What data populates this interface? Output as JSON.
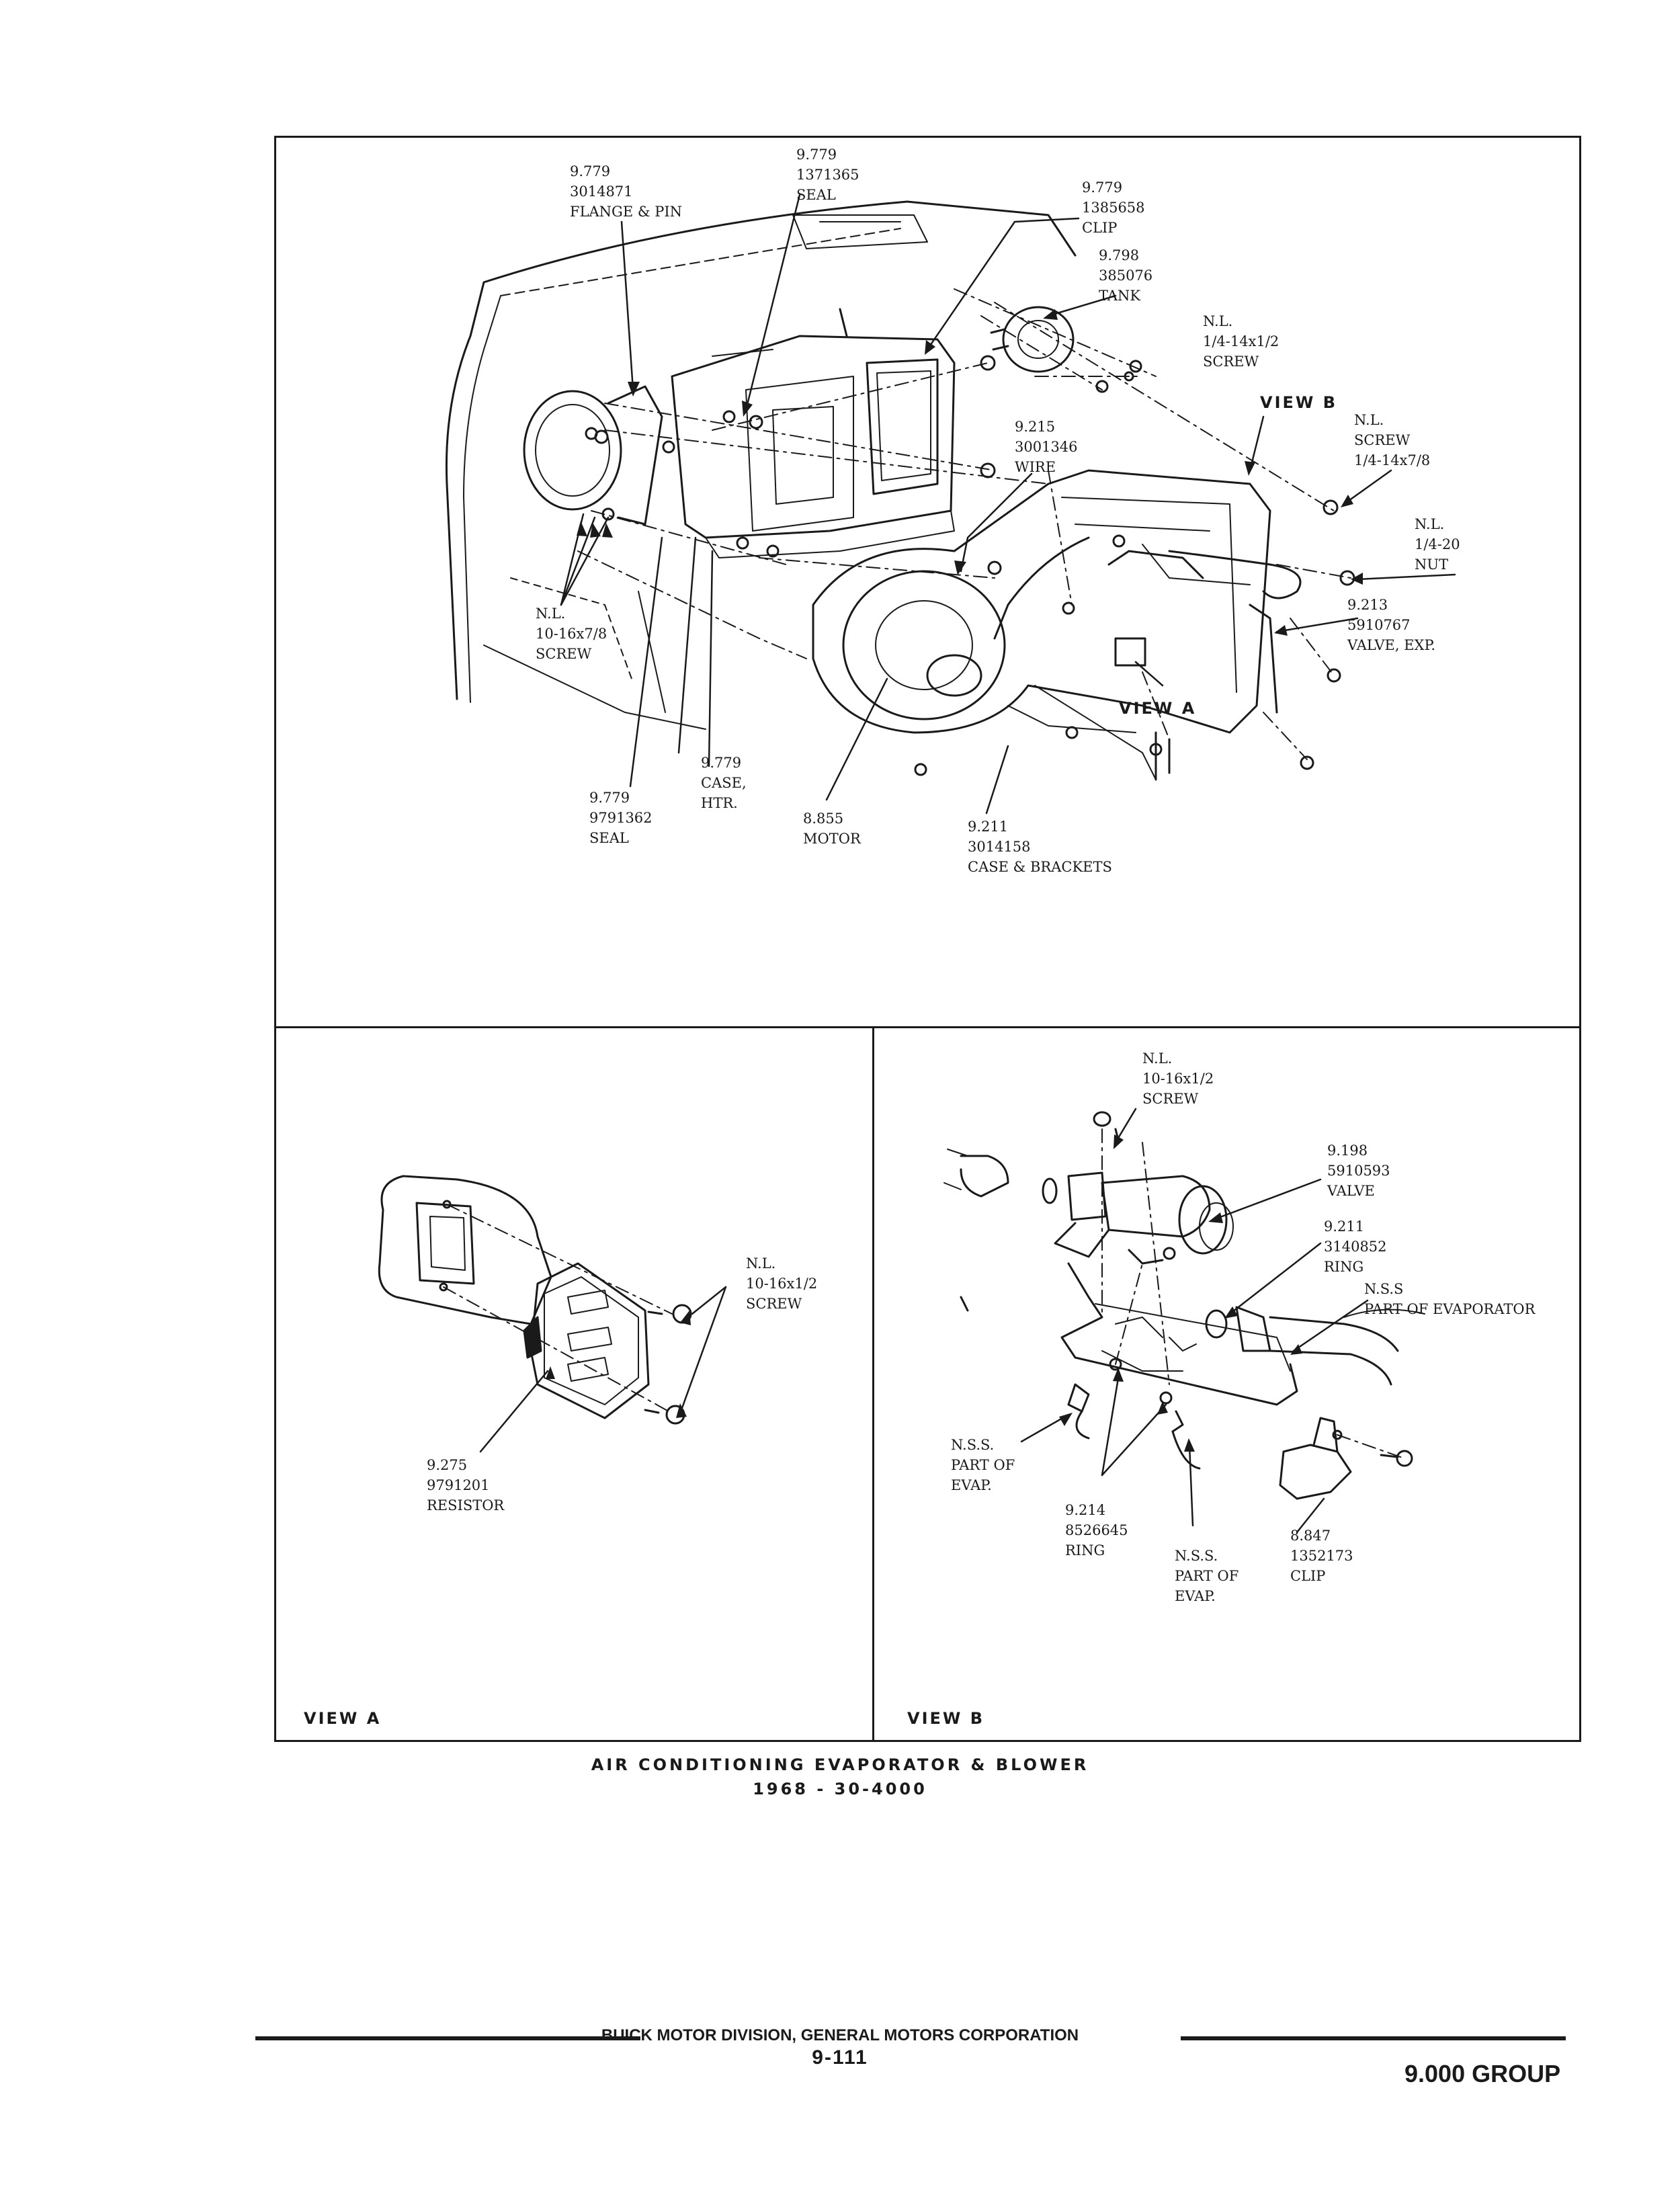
{
  "callouts": {
    "flange_pin": [
      "9.779",
      "3014871",
      "FLANGE & PIN"
    ],
    "seal_1371365": [
      "9.779",
      "1371365",
      "SEAL"
    ],
    "clip_1385658": [
      "9.779",
      "1385658",
      "CLIP"
    ],
    "tank": [
      "9.798",
      "385076",
      "TANK"
    ],
    "screw_quarter_half": [
      "N.L.",
      "1/4-14x1/2",
      "SCREW"
    ],
    "view_b_marker": "VIEW B",
    "screw_quarter_seven_eighths": [
      "N.L.",
      "SCREW",
      "1/4-14x7/8"
    ],
    "wire": [
      "9.215",
      "3001346",
      "WIRE"
    ],
    "nut": [
      "N.L.",
      "1/4-20",
      "NUT"
    ],
    "valve_exp": [
      "9.213",
      "5910767",
      "VALVE, EXP."
    ],
    "screw_ten_seven_eighths": [
      "N.L.",
      "10-16x7/8",
      "SCREW"
    ],
    "view_a_marker": "VIEW A",
    "case_htr": [
      "9.779",
      "CASE,",
      "HTR."
    ],
    "seal_9791362": [
      "9.779",
      "9791362",
      "SEAL"
    ],
    "motor": [
      "8.855",
      "MOTOR"
    ],
    "case_brackets": [
      "9.211",
      "3014158",
      "CASE & BRACKETS"
    ]
  },
  "view_a": {
    "screw": [
      "N.L.",
      "10-16x1/2",
      "SCREW"
    ],
    "resistor": [
      "9.275",
      "9791201",
      "RESISTOR"
    ],
    "tag": "VIEW A"
  },
  "view_b": {
    "screw": [
      "N.L.",
      "10-16x1/2",
      "SCREW"
    ],
    "valve": [
      "9.198",
      "5910593",
      "VALVE"
    ],
    "ring_3140852": [
      "9.211",
      "3140852",
      "RING"
    ],
    "nss_evaporator": [
      "N.S.S",
      "PART OF EVAPORATOR"
    ],
    "nss_evap_left": [
      "N.S.S.",
      "PART OF",
      "EVAP."
    ],
    "ring_8526645": [
      "9.214",
      "8526645",
      "RING"
    ],
    "nss_evap_bottom": [
      "N.S.S.",
      "PART OF",
      "EVAP."
    ],
    "clip": [
      "8.847",
      "1352173",
      "CLIP"
    ],
    "tag": "VIEW B"
  },
  "caption": {
    "title": "AIR CONDITIONING EVAPORATOR & BLOWER",
    "subtitle": "1968 - 30-4000"
  },
  "footer": {
    "division": "BUICK MOTOR DIVISION, GENERAL MOTORS CORPORATION",
    "page": "9-111",
    "group": "9.000 GROUP"
  }
}
